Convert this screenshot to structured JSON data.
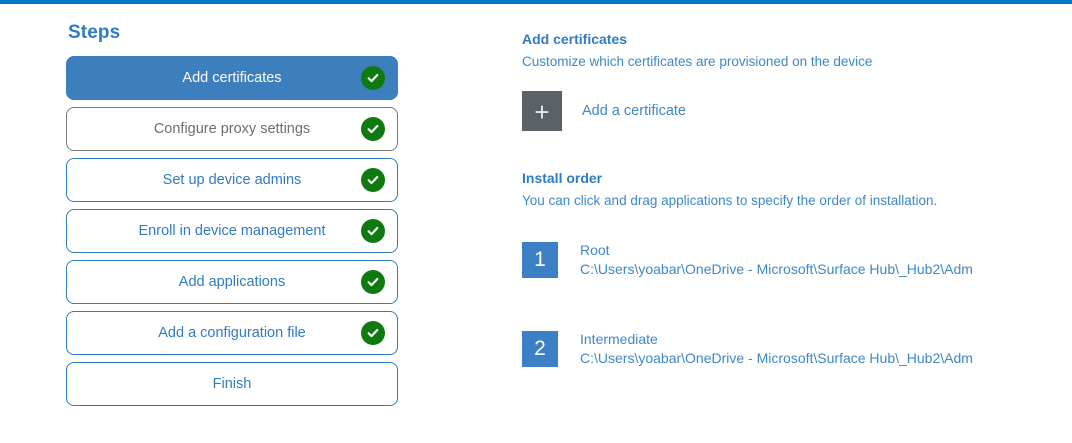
{
  "theme": {
    "accent_bar": "#0078c8",
    "active_step_bg": "#3d7ebc",
    "step_border": "#2f7bc4",
    "muted_border": "#7a7a7a",
    "check_green": "#0f7a10",
    "badge_blue": "#3b7fc4",
    "add_square_gray": "#5c6166",
    "link_blue": "#3c88c9"
  },
  "steps_panel": {
    "title": "Steps",
    "items": [
      {
        "label": "Add certificates",
        "state": "active",
        "checked": true,
        "check_icon": "check-circle-icon"
      },
      {
        "label": "Configure proxy settings",
        "state": "muted",
        "checked": true,
        "check_icon": "check-circle-icon"
      },
      {
        "label": "Set up device admins",
        "state": "default",
        "checked": true,
        "check_icon": "check-circle-icon"
      },
      {
        "label": "Enroll in device management",
        "state": "default",
        "checked": true,
        "check_icon": "check-circle-icon"
      },
      {
        "label": "Add applications",
        "state": "default",
        "checked": true,
        "check_icon": "check-circle-icon"
      },
      {
        "label": "Add a configuration file",
        "state": "default",
        "checked": true,
        "check_icon": "check-circle-icon"
      },
      {
        "label": "Finish",
        "state": "default",
        "checked": false,
        "check_icon": ""
      }
    ]
  },
  "content": {
    "certificates_section": {
      "heading": "Add certificates",
      "subtitle": "Customize which certificates are provisioned on the device",
      "add_button": {
        "icon": "plus-icon",
        "glyph": "+",
        "label": "Add a certificate"
      }
    },
    "install_order_section": {
      "heading": "Install order",
      "subtitle": "You can click and drag applications to specify the order of installation.",
      "items": [
        {
          "number": "1",
          "name": "Root",
          "path": "C:\\Users\\yoabar\\OneDrive - Microsoft\\Surface Hub\\_Hub2\\Adm"
        },
        {
          "number": "2",
          "name": "Intermediate",
          "path": "C:\\Users\\yoabar\\OneDrive - Microsoft\\Surface Hub\\_Hub2\\Adm"
        }
      ]
    }
  }
}
